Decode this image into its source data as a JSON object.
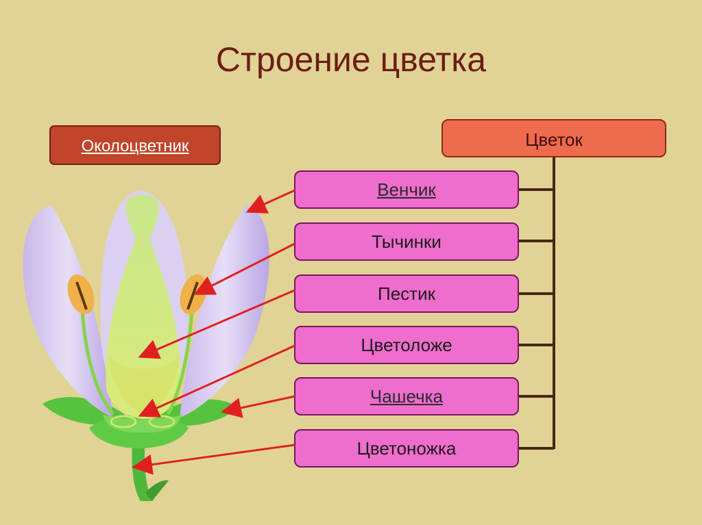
{
  "title": "Строение цветка",
  "perianth_label": "Околоцветник",
  "root": "Цветок",
  "parts": [
    {
      "label": "Венчик",
      "link": true
    },
    {
      "label": "Тычинки",
      "link": false
    },
    {
      "label": "Пестик",
      "link": false
    },
    {
      "label": "Цветоложе",
      "link": false
    },
    {
      "label": "Чашечка",
      "link": true
    },
    {
      "label": "Цветоножка",
      "link": false
    }
  ],
  "colors": {
    "background": "#e0d395",
    "title": "#6e1c15",
    "root_box": "#ef6b4e",
    "part_box": "#ef6dcc",
    "perianth_box": "#c1452a",
    "connector": "#4a2410",
    "arrow": "#e02020"
  }
}
